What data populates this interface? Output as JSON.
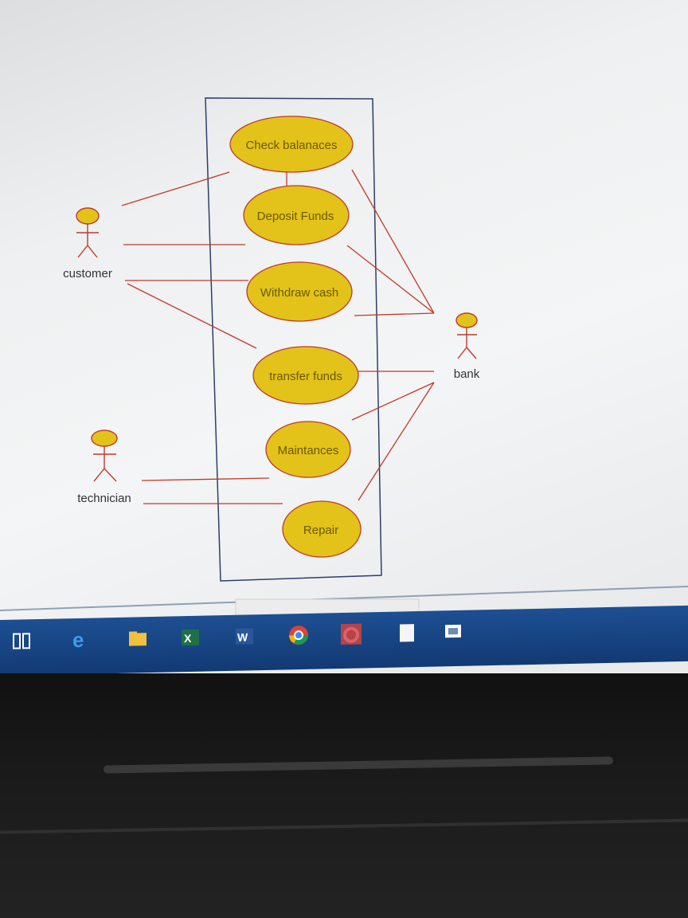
{
  "diagram": {
    "use_cases": [
      {
        "id": "check",
        "label": "Check balanaces"
      },
      {
        "id": "deposit",
        "label": "Deposit Funds"
      },
      {
        "id": "withdraw",
        "label": "Withdraw cash"
      },
      {
        "id": "transfer",
        "label": "transfer funds"
      },
      {
        "id": "maint",
        "label": "Maintances"
      },
      {
        "id": "repair",
        "label": "Repair"
      }
    ],
    "actors": [
      {
        "id": "customer",
        "label": "customer"
      },
      {
        "id": "technician",
        "label": "technician"
      },
      {
        "id": "bank",
        "label": "bank"
      }
    ]
  },
  "colors": {
    "usecase_fill": "#e3c21a",
    "usecase_stroke": "#c0392b",
    "actor_fill": "#e3c21a",
    "association": "#c0392b",
    "system_border": "#2c3e6b"
  },
  "taskbar": {
    "icons": [
      "task-view-icon",
      "edge-icon",
      "file-explorer-icon",
      "excel-icon",
      "word-icon",
      "chrome-icon",
      "app-icon",
      "file-icon",
      "app-window-icon"
    ]
  }
}
